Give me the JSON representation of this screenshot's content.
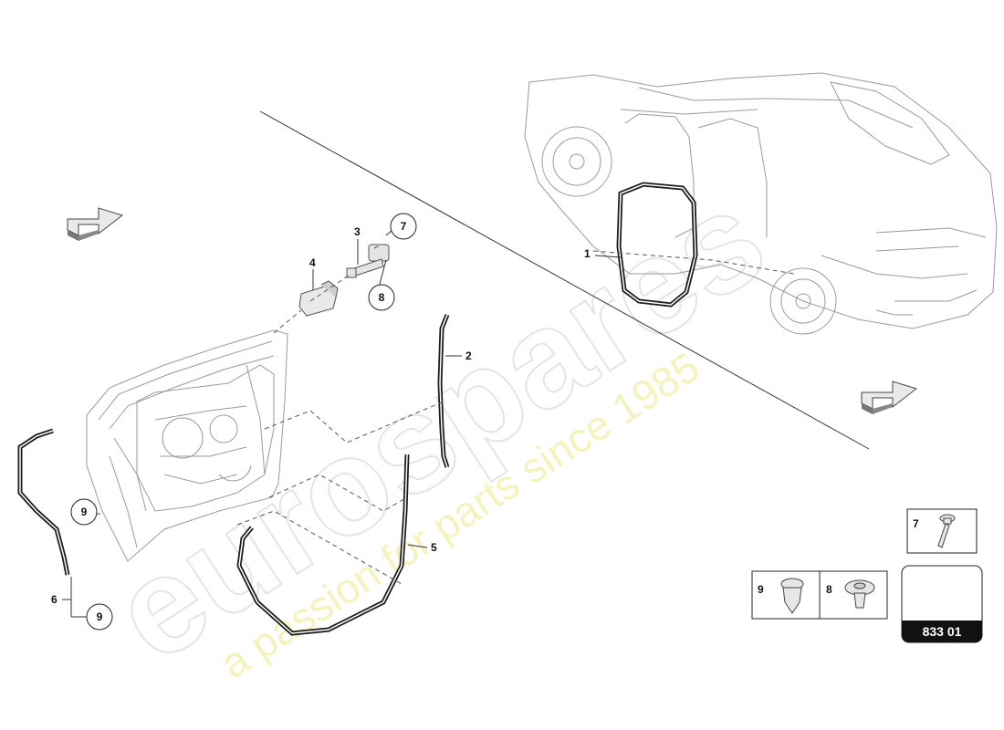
{
  "watermark": {
    "brand": "eurospares",
    "tagline": "a passion for parts since 1985"
  },
  "callouts": {
    "c1": "1",
    "c2": "2",
    "c3": "3",
    "c4": "4",
    "c5": "5",
    "c6": "6",
    "c7": "7",
    "c8": "8",
    "c9a": "9",
    "c9b": "9"
  },
  "legend": {
    "item7": "7",
    "item9": "9",
    "item8": "8"
  },
  "diagram_code": "833 01"
}
